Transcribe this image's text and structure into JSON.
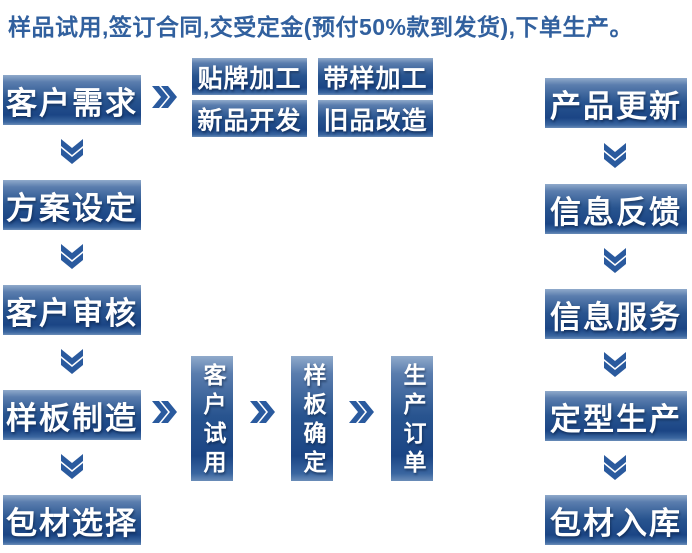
{
  "title": {
    "text": "样品试用,签订合同,交受定金(预付50%款到发货),下单生产。"
  },
  "colors": {
    "title_text": "#31609e",
    "box_gradient_top": "#90aacb",
    "box_gradient_mid": "#28548f",
    "box_gradient_dark": "#1b4585",
    "box_gradient_bottom": "#6a8cb8",
    "box_text": "#ffffff",
    "chevron": "#2a5a9e",
    "background": "#ffffff"
  },
  "flow": {
    "left_column": [
      {
        "label": "客户需求"
      },
      {
        "label": "方案设定"
      },
      {
        "label": "客户审核"
      },
      {
        "label": "样板制造"
      },
      {
        "label": "包材选择"
      }
    ],
    "right_column": [
      {
        "label": "产品更新"
      },
      {
        "label": "信息反馈"
      },
      {
        "label": "信息服务"
      },
      {
        "label": "定型生产"
      },
      {
        "label": "包材入库"
      }
    ],
    "option_grid": [
      {
        "label": "贴牌加工"
      },
      {
        "label": "带样加工"
      },
      {
        "label": "新品开发"
      },
      {
        "label": "旧品改造"
      }
    ],
    "bottom_sequence": [
      {
        "label": "客户试用"
      },
      {
        "label": "样板确定"
      },
      {
        "label": "生产订单"
      }
    ]
  }
}
